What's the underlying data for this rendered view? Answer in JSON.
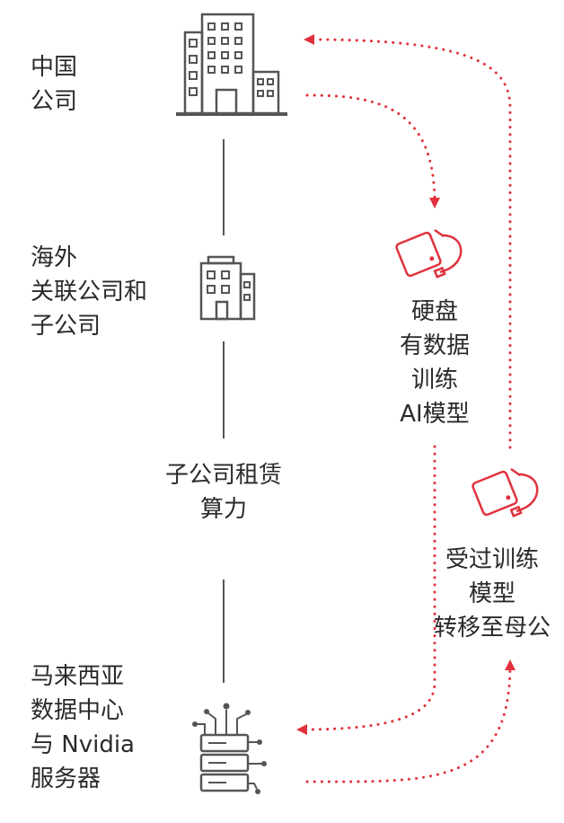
{
  "labels": {
    "china_company": [
      "中国",
      "公司"
    ],
    "overseas_affiliates": [
      "海外",
      "关联公司和",
      "子公司"
    ],
    "subsidiary_rental": [
      "子公司租赁",
      "算力"
    ],
    "malaysia_dc": [
      "马来西亚",
      "数据中心",
      "与 Nvidia",
      "服务器"
    ],
    "hard_drive_data": [
      "硬盘",
      "有数据",
      "训练",
      "AI模型"
    ],
    "trained_model_transfer": [
      "受过训练",
      "模型",
      "转移至母公"
    ]
  },
  "colors": {
    "accent": "#e0323c",
    "icon": "#555555",
    "line": "#555555",
    "text": "#2a2a2a"
  },
  "icons": [
    "large-office-building-icon",
    "small-office-building-icon",
    "server-rack-icon",
    "hard-drive-icon"
  ]
}
